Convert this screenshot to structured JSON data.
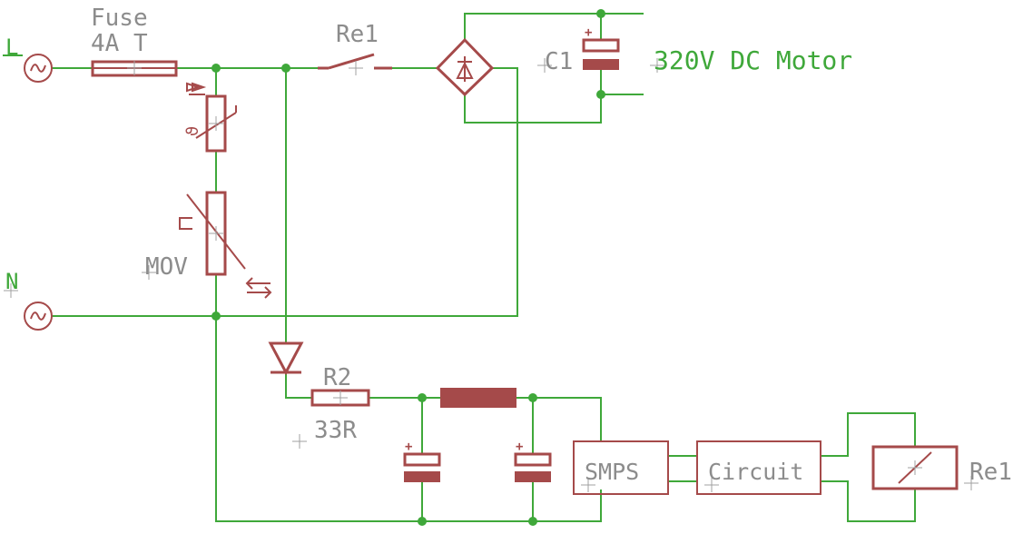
{
  "terminals": {
    "line": "L",
    "neutral": "N"
  },
  "fuse": {
    "name": "Fuse",
    "value": "4A  T"
  },
  "relay_contact": {
    "name": "Re1"
  },
  "capacitor_c1": {
    "name": "C1"
  },
  "motor_label": "320V DC Motor",
  "varistor": {
    "name": "MOV"
  },
  "resistor_r2": {
    "name": "R2",
    "value": "33R"
  },
  "blocks": {
    "smps": "SMPS",
    "circuit": "Circuit"
  },
  "relay_coil": {
    "name": "Re1"
  },
  "polarity_plus": "+",
  "colors": {
    "wire": "#3fa83a",
    "component": "#a54a4a",
    "label": "#8c8c8c"
  }
}
